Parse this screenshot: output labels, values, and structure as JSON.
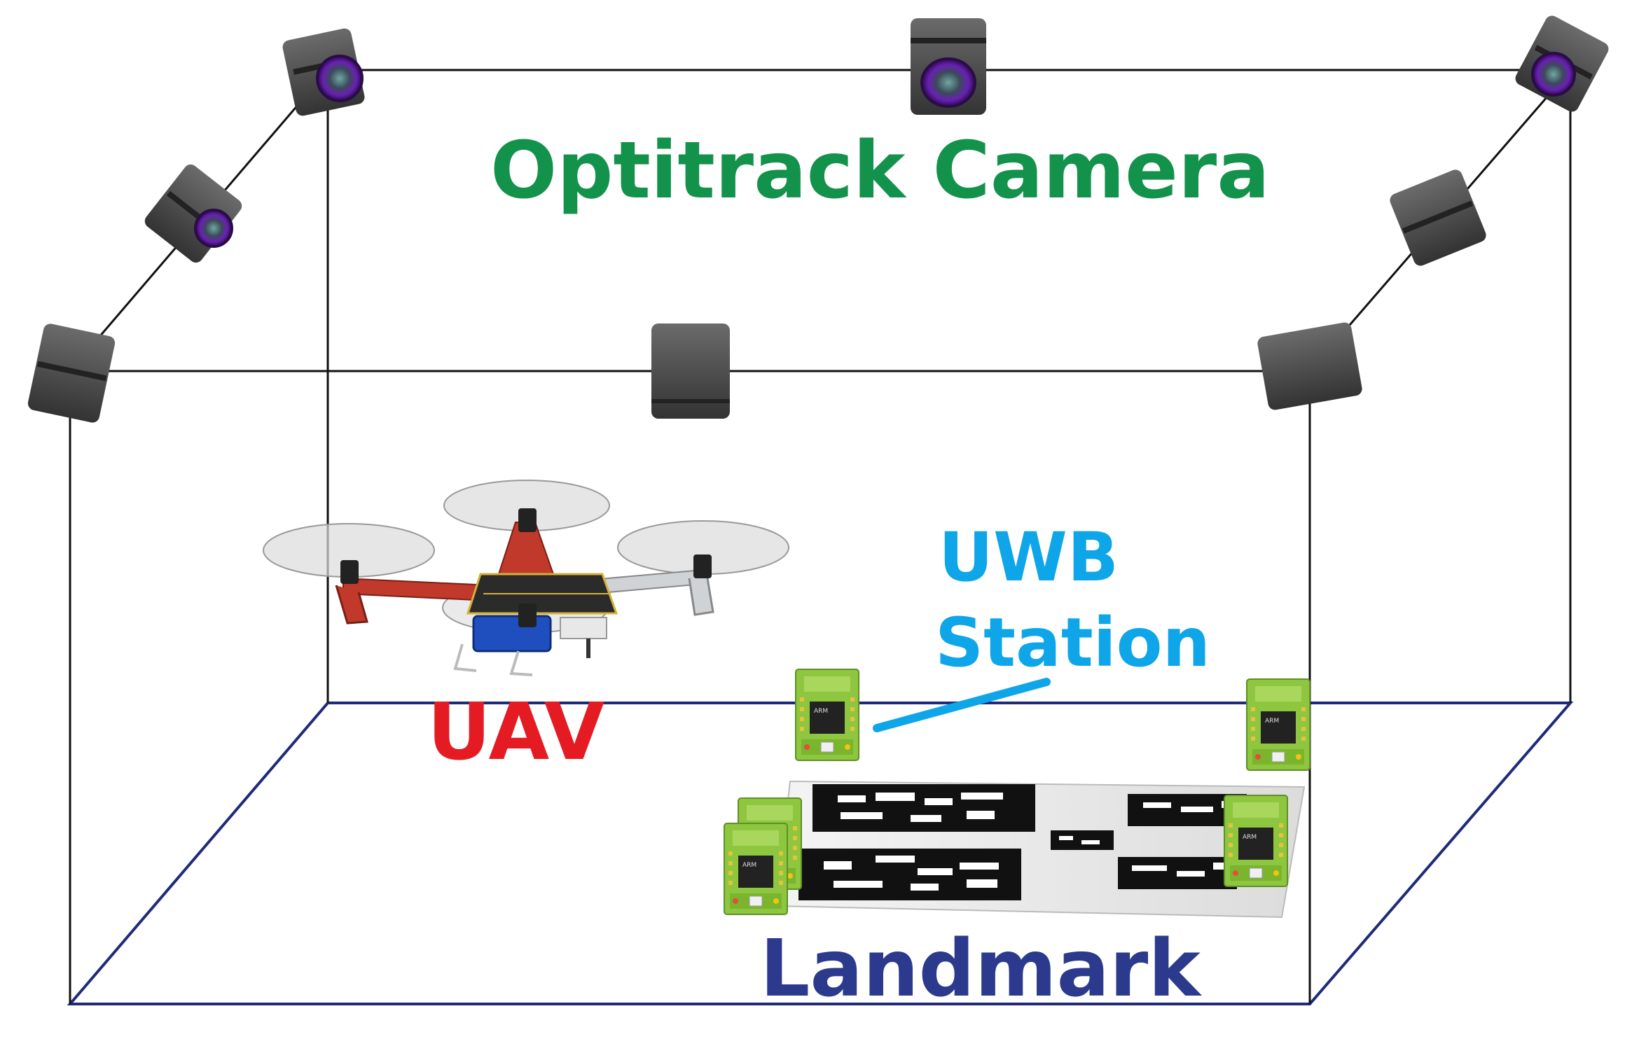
{
  "labels": {
    "camera": "Optitrack Camera",
    "uav": "UAV",
    "uwb_line1": "UWB",
    "uwb_line2": "Station",
    "landmark": "Landmark"
  },
  "board_text": "ARM",
  "colors": {
    "camera_label": "#12924a",
    "uav_label": "#e51b24",
    "uwb_label": "#0ea6e8",
    "landmark_label": "#2b3a8c",
    "frame_line": "#111111",
    "floor_line": "#1f2a7a",
    "camera_body": "#4a4a4a",
    "camera_lens": "#8a2be2",
    "uav_arm_red": "#c0392b",
    "uav_battery": "#1f4fbf",
    "pcb_green": "#8ec63f",
    "marker_black": "#111111"
  },
  "icons": {
    "camera": "optitrack-camera-icon",
    "uav": "quadrotor-uav-icon",
    "uwb": "uwb-station-board-icon",
    "landmark": "aruco-landmark-mat-icon"
  }
}
